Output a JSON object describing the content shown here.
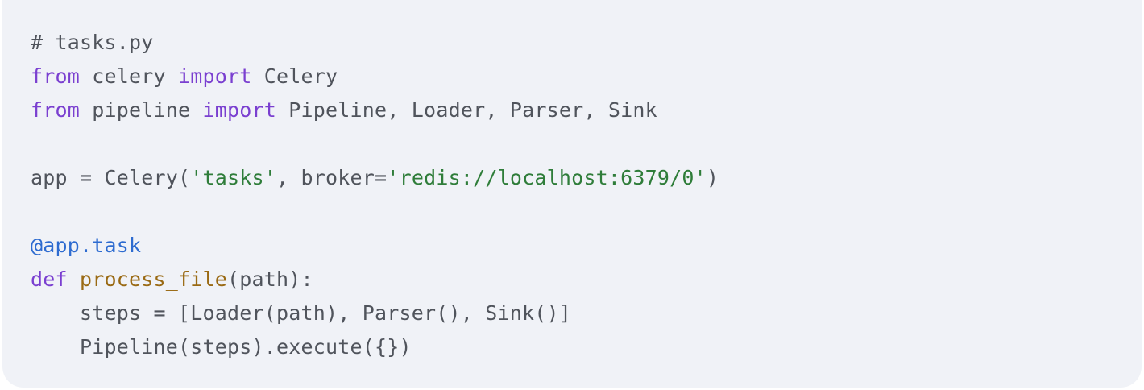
{
  "code": {
    "language": "python",
    "lines": [
      [
        {
          "t": "# tasks.py",
          "c": "cm"
        }
      ],
      [
        {
          "t": "from",
          "c": "kw"
        },
        {
          "t": " celery "
        },
        {
          "t": "import",
          "c": "kw"
        },
        {
          "t": " Celery"
        }
      ],
      [
        {
          "t": "from",
          "c": "kw"
        },
        {
          "t": " pipeline "
        },
        {
          "t": "import",
          "c": "kw"
        },
        {
          "t": " Pipeline, Loader, Parser, Sink"
        }
      ],
      [],
      [
        {
          "t": "app = Celery("
        },
        {
          "t": "'tasks'",
          "c": "str"
        },
        {
          "t": ", broker="
        },
        {
          "t": "'redis://localhost:6379/0'",
          "c": "str"
        },
        {
          "t": ")"
        }
      ],
      [],
      [
        {
          "t": "@app.task",
          "c": "dec"
        }
      ],
      [
        {
          "t": "def",
          "c": "kw"
        },
        {
          "t": " "
        },
        {
          "t": "process_file",
          "c": "fn"
        },
        {
          "t": "(path):"
        }
      ],
      [
        {
          "t": "    steps = [Loader(path), Parser(), Sink()]"
        }
      ],
      [
        {
          "t": "    Pipeline(steps).execute({})"
        }
      ]
    ]
  }
}
